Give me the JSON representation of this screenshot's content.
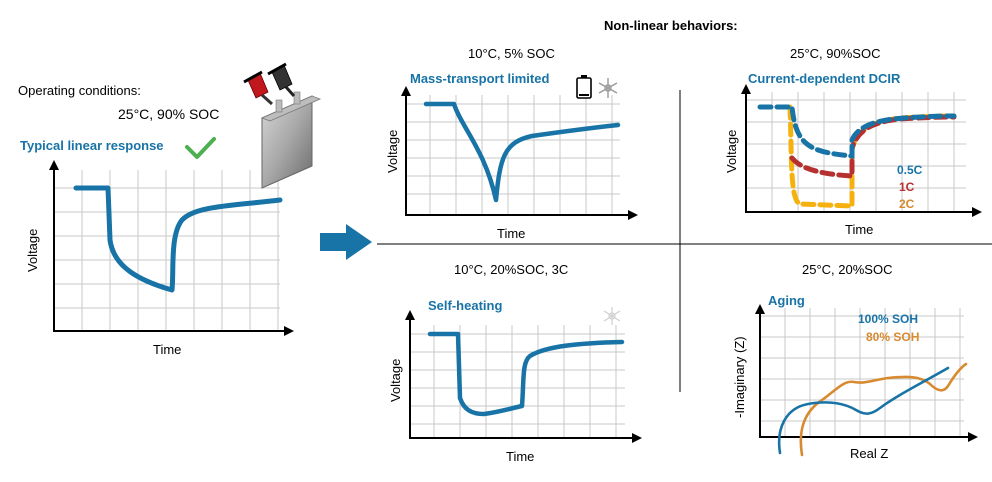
{
  "header": "Non-linear behaviors:",
  "left": {
    "operating_label": "Operating conditions:",
    "operating_value": "25°C, 90% SOC",
    "title": "Typical linear response",
    "xlabel": "Time",
    "ylabel": "Voltage"
  },
  "panels": {
    "mass": {
      "condition": "10°C, 5% SOC",
      "title": "Mass-transport limited",
      "xlabel": "Time",
      "ylabel": "Voltage"
    },
    "dcir": {
      "condition": "25°C, 90%SOC",
      "title": "Current-dependent DCIR",
      "xlabel": "Time",
      "ylabel": "Voltage",
      "legend": [
        "0.5C",
        "1C",
        "2C"
      ]
    },
    "heat": {
      "condition": "10°C, 20%SOC, 3C",
      "title": "Self-heating",
      "xlabel": "Time",
      "ylabel": "Voltage"
    },
    "aging": {
      "condition": "25°C, 20%SOC",
      "title": "Aging",
      "xlabel": "Real Z",
      "ylabel": "-Imaginary (Z)",
      "legend": [
        "100% SOH",
        "80% SOH"
      ]
    }
  },
  "colors": {
    "blue": "#1873a6",
    "red": "#b5302f",
    "orange": "#f5b20f",
    "aging_orange": "#d88a30",
    "check": "#4caf50",
    "grid": "#c8c8c8"
  }
}
